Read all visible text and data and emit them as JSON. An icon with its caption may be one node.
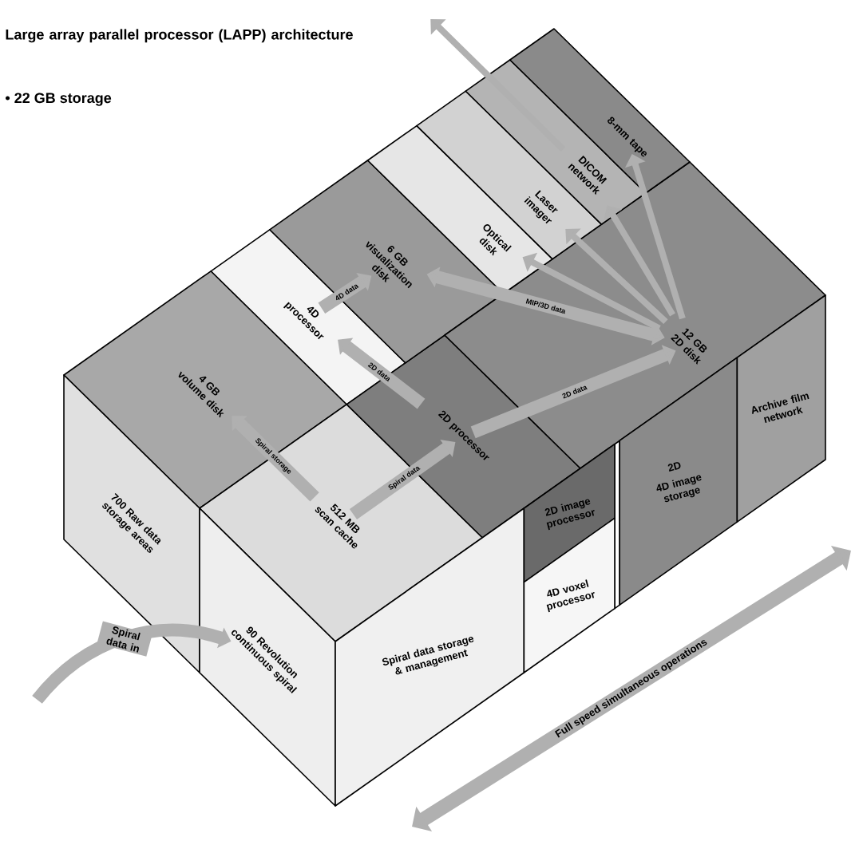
{
  "diagram": {
    "title": "Large array parallel processor (LAPP) architecture",
    "nodes": [
      {
        "text": [
          "4 GB volume disk"
        ]
      },
      {
        "text": [
          "512 MB scan cache"
        ]
      },
      {
        "text": [
          "4D processor"
        ]
      },
      {
        "text": [
          "2D processor"
        ]
      },
      {
        "text": [
          "6 GB visualization disk"
        ]
      },
      {
        "text": [
          "12 GB 2D disk"
        ]
      },
      {
        "text": [
          "Optical disk"
        ]
      },
      {
        "text": [
          "Laser imager"
        ]
      },
      {
        "text": [
          "DICOM network"
        ]
      },
      {
        "text": [
          "8-mm tape"
        ]
      },
      {
        "text": [
          "700 Raw data storage areas"
        ]
      },
      {
        "text": [
          "90 Revolution continuous spiral"
        ]
      },
      {
        "text": [
          "Spiral data storage & management"
        ]
      },
      {
        "text": [
          "2D image processor"
        ]
      },
      {
        "text": [
          "4D voxel processor"
        ]
      },
      {
        "text": [
          "2D",
          "4D image storage"
        ]
      },
      {
        "text": [
          "Archive film network"
        ]
      }
    ],
    "edges": [
      {
        "from": 1,
        "to": 0,
        "arrow": "to",
        "label": "Spiral storage"
      },
      {
        "from": 1,
        "to": 3,
        "arrow": "to",
        "label": "Spiral data"
      },
      {
        "from": 3,
        "to": 2,
        "arrow": "to",
        "label": "2D data"
      },
      {
        "from": 2,
        "to": 4,
        "arrow": "to",
        "label": "4D data"
      },
      {
        "from": 3,
        "to": 5,
        "arrow": "to",
        "label": "2D data"
      },
      {
        "from": 4,
        "to": 5,
        "arrow": "both",
        "label": "MIP/3D data"
      },
      {
        "from": 5,
        "to": 6,
        "arrow": "to"
      },
      {
        "from": 5,
        "to": 7,
        "arrow": "to"
      },
      {
        "from": 5,
        "to": 8,
        "arrow": "to"
      },
      {
        "from": 5,
        "to": 9,
        "arrow": "to"
      },
      {
        "from": 8,
        "to": null,
        "arrow": "to"
      },
      {
        "from": null,
        "to": 11,
        "arrow": "to",
        "label": "Spiral data in"
      }
    ],
    "labels": [
      "• 22 GB storage",
      "Full speed simultaneous operations"
    ]
  }
}
